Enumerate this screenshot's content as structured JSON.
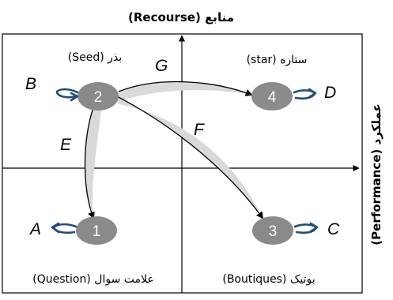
{
  "axes": {
    "top": "منابع (Recourse)",
    "right": "عملکرد (Performance)"
  },
  "quadrants": {
    "top_left": "بذر  (Seed)",
    "top_right": "ستاره  (star)",
    "bottom_left": "علامت سوال (Question)",
    "bottom_right": "بوتیک (Boutiques)"
  },
  "nodes": [
    {
      "id": "n1",
      "label": "1"
    },
    {
      "id": "n2",
      "label": "2"
    },
    {
      "id": "n3",
      "label": "3"
    },
    {
      "id": "n4",
      "label": "4"
    }
  ],
  "edge_labels": {
    "A": "A",
    "B": "B",
    "C": "C",
    "D": "D",
    "E": "E",
    "F": "F",
    "G": "G"
  },
  "colors": {
    "node_fill": "#8a8a8a",
    "loop_arrow": "#1f4e79",
    "wedge": "#d9d9d9",
    "line": "#000000"
  }
}
